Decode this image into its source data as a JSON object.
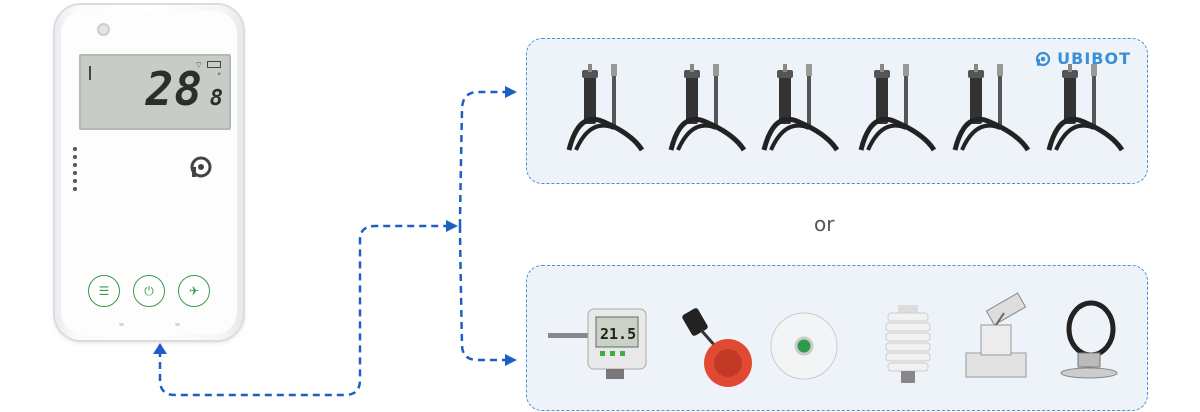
{
  "device": {
    "display_main": "28",
    "display_decimal": "8",
    "display_unit": "°",
    "buttons": [
      "list-icon",
      "power-icon",
      "airplane-icon"
    ]
  },
  "connector_box": {
    "brand": "UBIBOT",
    "item_count": 6,
    "item_icon": "probe-cable-icon"
  },
  "separator": "or",
  "sensor_box": {
    "items": [
      "wall-transmitter-icon",
      "soil-sensor-icon",
      "dome-sensor-icon",
      "radiation-shield-icon",
      "tracker-sensor-icon",
      "ring-sensor-icon"
    ],
    "transmitter_reading": "21.5"
  },
  "colors": {
    "arrow": "#1d5fc4",
    "box_border": "#4a8fd8",
    "box_fill": "#eef3f9",
    "accent_green": "#3a9a4a",
    "brand_blue": "#3a8fd6"
  }
}
